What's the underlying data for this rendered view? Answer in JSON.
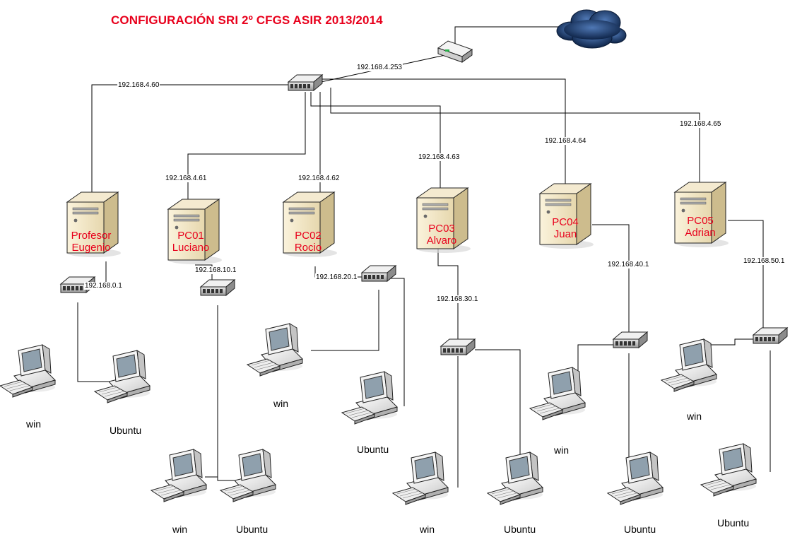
{
  "title": "CONFIGURACIÓN SRI  2º CFGS ASIR 2013/2014",
  "gateway": {
    "ip": "192.168.4.253"
  },
  "servers": [
    {
      "id": "profesor",
      "name": "Profesor",
      "user": "Eugenio",
      "wan_ip": "192.168.4.60",
      "lan_ip": "192.168.0.1",
      "clients": [
        {
          "label": "win"
        },
        {
          "label": "Ubuntu"
        }
      ]
    },
    {
      "id": "pc01",
      "name": "PC01",
      "user": "Luciano",
      "wan_ip": "192.168.4.61",
      "lan_ip": "192.168.10.1",
      "clients": [
        {
          "label": "win"
        },
        {
          "label": "Ubuntu"
        }
      ]
    },
    {
      "id": "pc02",
      "name": "PC02",
      "user": "Rocio",
      "wan_ip": "192.168.4.62",
      "lan_ip": "192.168.20.1",
      "clients": [
        {
          "label": "win"
        },
        {
          "label": "Ubuntu"
        }
      ]
    },
    {
      "id": "pc03",
      "name": "PC03",
      "user": "Alvaro",
      "wan_ip": "192.168.4.63",
      "lan_ip": "192.168.30.1",
      "clients": [
        {
          "label": "win"
        },
        {
          "label": "Ubuntu"
        }
      ]
    },
    {
      "id": "pc04",
      "name": "PC04",
      "user": "Juan",
      "wan_ip": "192.168.4.64",
      "lan_ip": "192.168.40.1",
      "clients": [
        {
          "label": "win"
        },
        {
          "label": "Ubuntu"
        }
      ]
    },
    {
      "id": "pc05",
      "name": "PC05",
      "user": "Adrian",
      "wan_ip": "192.168.4.65",
      "lan_ip": "192.168.50.1",
      "clients": [
        {
          "label": "win"
        },
        {
          "label": "Ubuntu"
        }
      ]
    }
  ],
  "colors": {
    "title": "#e8001c",
    "server_label": "#e8001c",
    "line": "#000000",
    "cloud": "#1c3c6e"
  },
  "icons": {
    "cloud": "internet-cloud-icon",
    "router": "router-icon",
    "switch": "network-switch-icon",
    "server": "tower-server-icon",
    "client": "desktop-pc-icon"
  }
}
